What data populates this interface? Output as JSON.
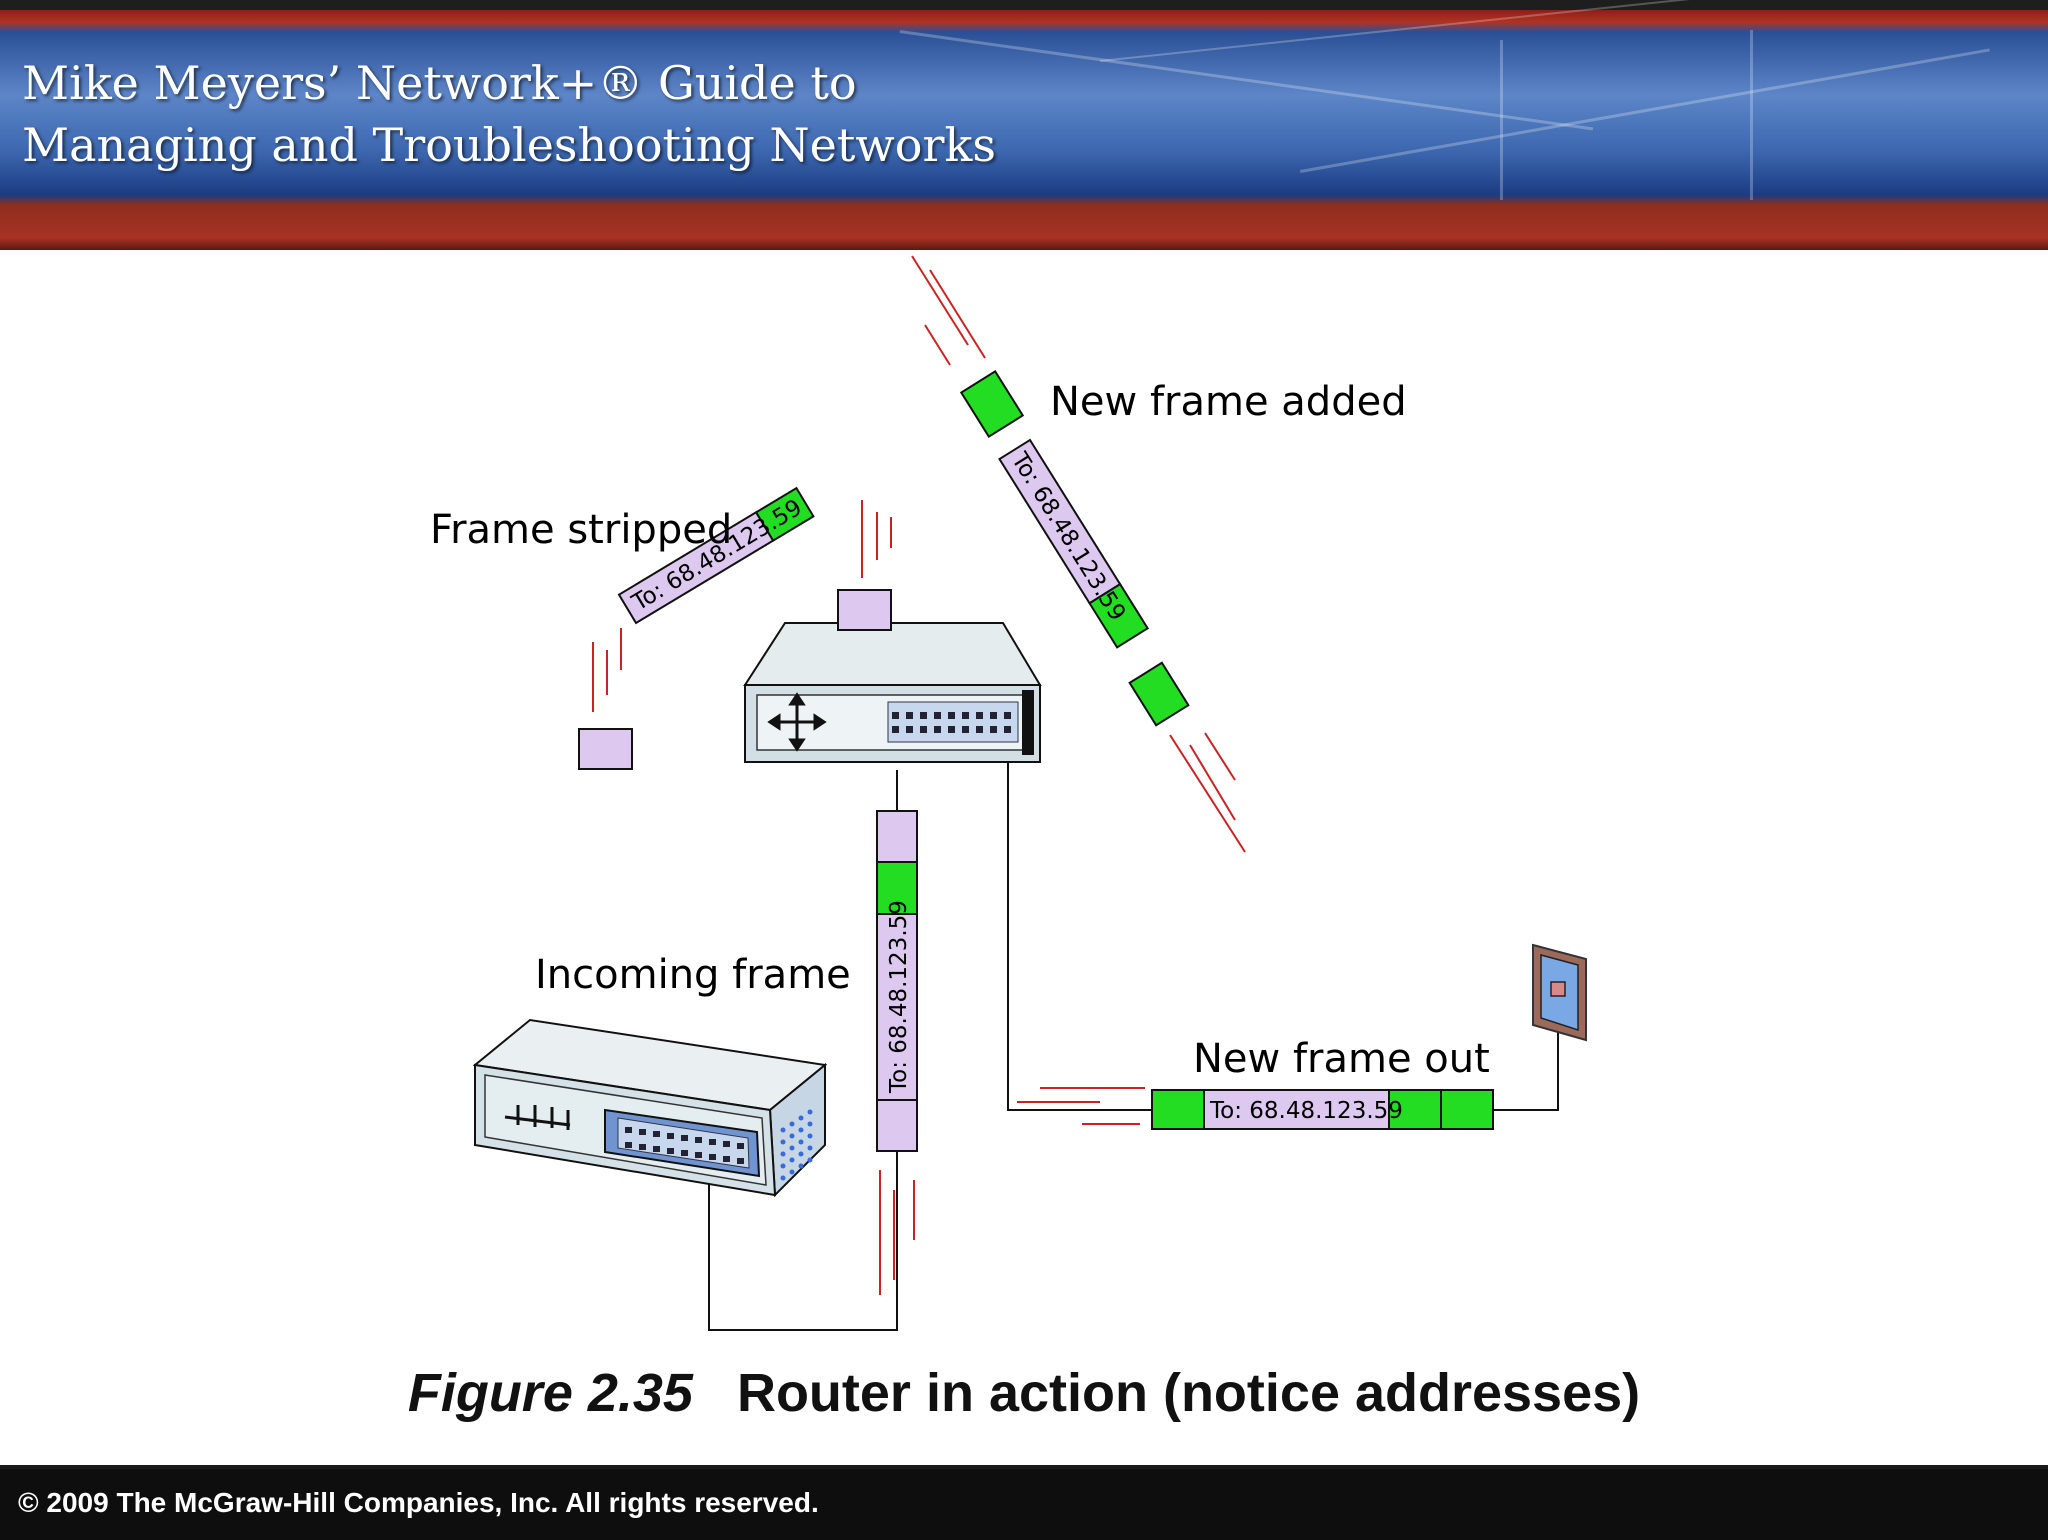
{
  "header": {
    "title_line1": "Mike Meyers’ Network+® Guide to",
    "title_line2": "Managing and Troubleshooting Networks"
  },
  "diagram": {
    "labels": {
      "new_frame_added": "New frame added",
      "frame_stripped": "Frame stripped",
      "incoming_frame": "Incoming frame",
      "new_frame_out": "New frame out"
    },
    "address": "To: 68.48.123.59"
  },
  "caption": {
    "figure_number": "Figure 2.35",
    "text": "Router in action (notice addresses)"
  },
  "footer": {
    "copyright": "© 2009 The McGraw-Hill Companies, Inc. All rights reserved."
  },
  "colors": {
    "frame_green": "#22dd22",
    "packet_lavender": "#ddc8f0",
    "device_body": "#dfe9ec",
    "port_panel": "#6f94d0",
    "motion_lines": "#cc2222"
  }
}
